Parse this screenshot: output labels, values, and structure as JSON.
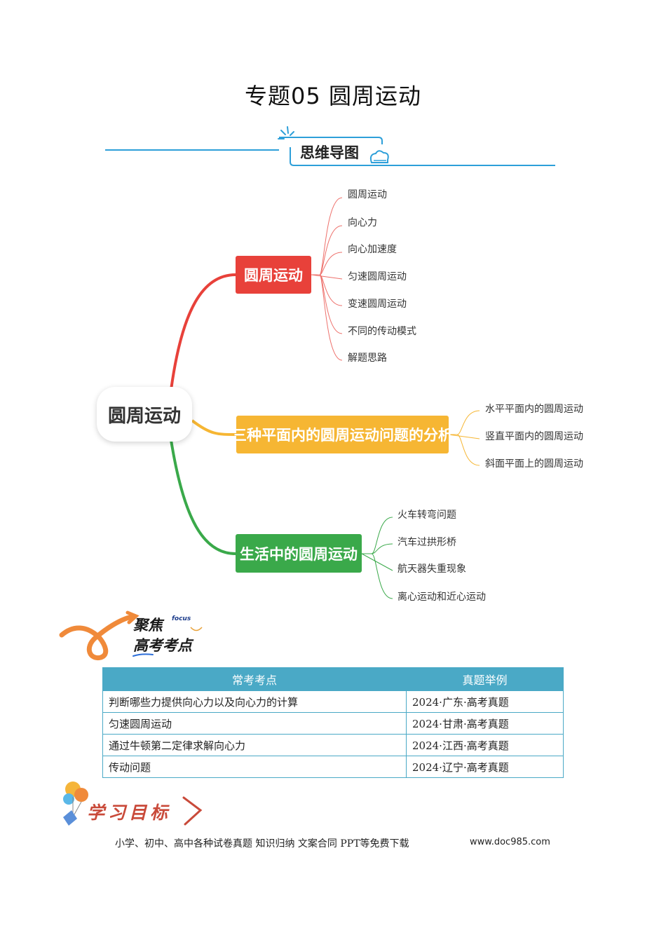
{
  "title": "专题05  圆周运动",
  "mindmap_header": "思维导图",
  "mindmap": {
    "root": "圆周运动",
    "branches": [
      {
        "label": "圆周运动",
        "color": "#e8413a",
        "leaves": [
          "圆周运动",
          "向心力",
          "向心加速度",
          "匀速圆周运动",
          "变速圆周运动",
          "不同的传动模式",
          "解题思路"
        ]
      },
      {
        "label": "三种平面内的圆周运动问题的分析",
        "color": "#f6b633",
        "leaves": [
          "水平平面内的圆周运动",
          "竖直平面内的圆周运动",
          "斜面平面上的圆周运动"
        ]
      },
      {
        "label": "生活中的圆周运动",
        "color": "#3aa94a",
        "leaves": [
          "火车转弯问题",
          "汽车过拱形桥",
          "航天器失重现象",
          "离心运动和近心运动"
        ]
      }
    ]
  },
  "focus_section": {
    "line1": "聚焦",
    "tag": "focus",
    "line2": "高考考点"
  },
  "exam_table": {
    "headers": [
      "常考考点",
      "真题举例"
    ],
    "rows": [
      [
        "判断哪些力提供向心力以及向心力的计算",
        "2024·广东·高考真题"
      ],
      [
        "匀速圆周运动",
        "2024·甘肃·高考真题"
      ],
      [
        "通过牛顿第二定律求解向心力",
        "2024·江西·高考真题"
      ],
      [
        "传动问题",
        "2024·辽宁·高考真题"
      ]
    ]
  },
  "goal_header": "学习目标",
  "footer": {
    "left": "小学、初中、高中各种试卷真题  知识归纳  文案合同  PPT等免费下载",
    "right": "www.doc985.com"
  }
}
